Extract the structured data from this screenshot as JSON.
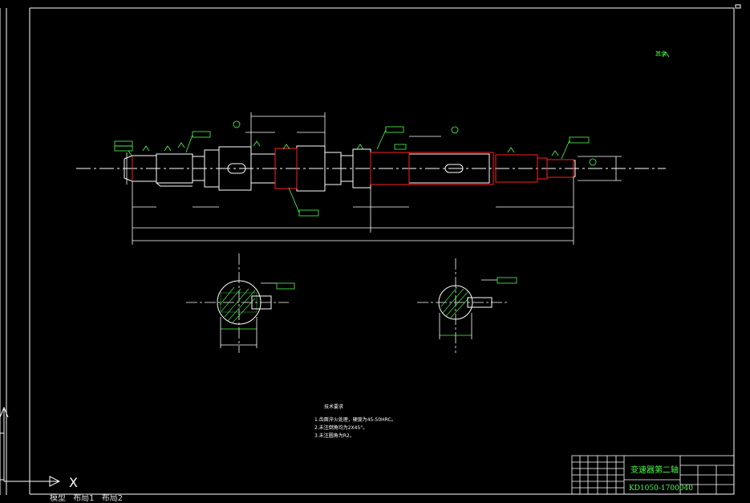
{
  "drawing": {
    "title_cn": "变速器第二轴",
    "drawing_number": "KD1050-1700040",
    "surface_symbol_label": "其余",
    "ucs_label": "X"
  },
  "tech_requirements": {
    "title": "技术要求",
    "items": [
      "1.齿面淬火处理，硬度为45-50HRC。",
      "2.未注倒角均为2X45°。",
      "3.未注圆角为R2。"
    ]
  },
  "status_bar": {
    "tabs": [
      "模型",
      "布局1",
      "布局2"
    ]
  },
  "colors": {
    "background": "#000000",
    "lines": "#ffffff",
    "dimensions": "#4cff4c",
    "highlight": "#ff2020"
  }
}
